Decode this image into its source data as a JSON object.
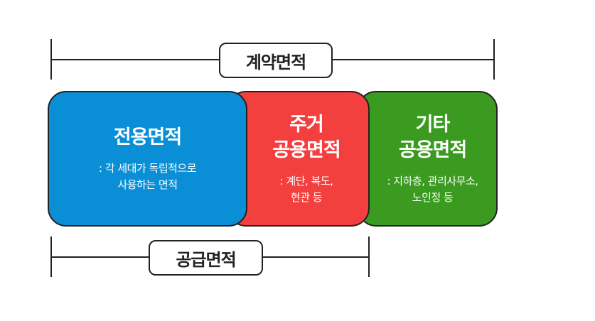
{
  "contract_area": {
    "label": "계약면적"
  },
  "supply_area": {
    "label": "공급면적"
  },
  "areas": [
    {
      "title_lines": [
        "전용면적"
      ],
      "desc_lines": [
        ": 각 세대가 독립적으로",
        "사용하는 면적"
      ],
      "color": "#0a8fd6"
    },
    {
      "title_lines": [
        "주거",
        "공용면적"
      ],
      "desc_lines": [
        ": 계단, 복도,",
        "현관 등"
      ],
      "color": "#f43f3f"
    },
    {
      "title_lines": [
        "기타",
        "공용면적"
      ],
      "desc_lines": [
        ": 지하층, 관리사무소,",
        "노인정 등"
      ],
      "color": "#3b9a20"
    }
  ]
}
